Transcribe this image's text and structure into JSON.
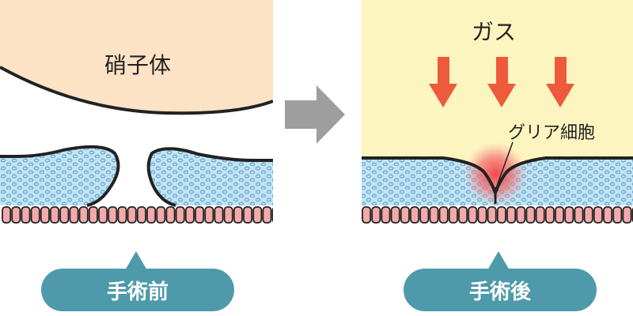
{
  "labels": {
    "vitreous": "硝子体",
    "gas": "ガス",
    "glial_cells": "グリア細胞"
  },
  "captions": {
    "before": "手術前",
    "after": "手術後"
  },
  "colors": {
    "vitreous_fill": "#fde3c5",
    "gas_fill": "#fdf5c0",
    "retina_fill": "#c5e3f3",
    "retina_dots": "#62a9d0",
    "rpe_cells": "#f2aaaa",
    "outline": "#222222",
    "gas_arrow": "#ee5a3c",
    "transition_arrow": "#9e9e9e",
    "pill": "#4e9aaa",
    "glial_glow": "#f06060"
  },
  "icons": {
    "transition": "right-arrow-icon",
    "gas_pressure": "down-arrow-icon",
    "caption_pointer": "up-triangle-icon"
  }
}
